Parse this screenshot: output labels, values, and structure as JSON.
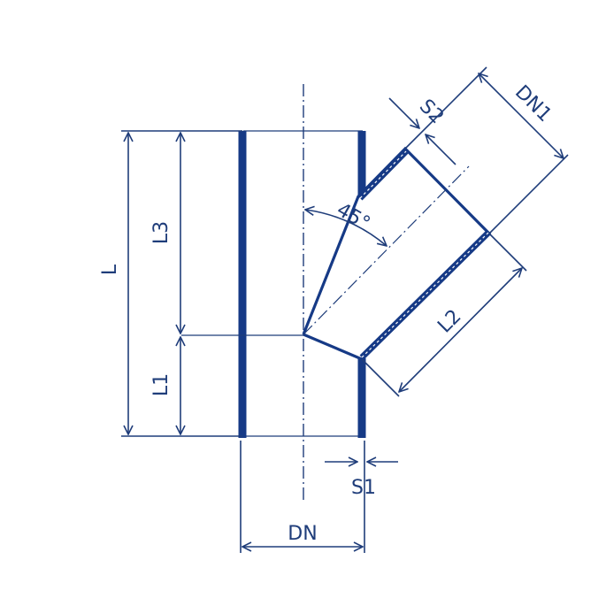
{
  "labels": {
    "L": "L",
    "L1": "L1",
    "L2": "L2",
    "L3": "L3",
    "DN": "DN",
    "DN1": "DN1",
    "S1": "S1",
    "S2": "S2",
    "angle": "45°"
  },
  "colors": {
    "line": "#1f3d7a",
    "pipe_wall": "#163a86",
    "background": "#ffffff"
  }
}
